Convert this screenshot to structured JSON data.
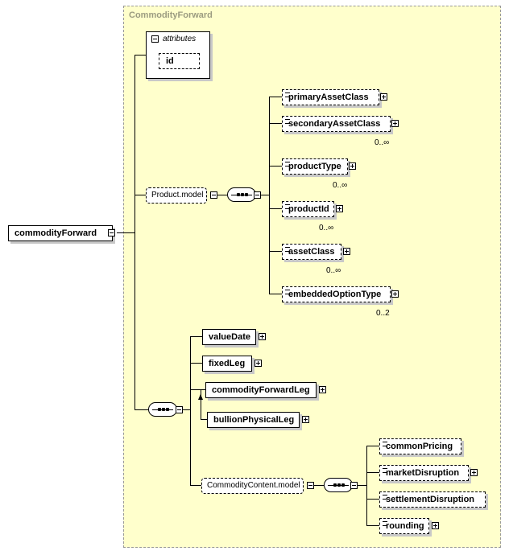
{
  "diagram": {
    "type_name": "CommodityForward",
    "root_element": "commodityForward",
    "attributes_label": "attributes",
    "attribute_id": "id",
    "product_model": {
      "label": "Product.model",
      "children": [
        {
          "name": "primaryAssetClass",
          "cardinality": ""
        },
        {
          "name": "secondaryAssetClass",
          "cardinality": "0..∞"
        },
        {
          "name": "productType",
          "cardinality": "0..∞"
        },
        {
          "name": "productId",
          "cardinality": "0..∞"
        },
        {
          "name": "assetClass",
          "cardinality": "0..∞"
        },
        {
          "name": "embeddedOptionType",
          "cardinality": "0..2"
        }
      ]
    },
    "sequence_children": [
      {
        "name": "valueDate"
      },
      {
        "name": "fixedLeg"
      },
      {
        "name": "commodityForwardLeg"
      },
      {
        "name": "bullionPhysicalLeg"
      }
    ],
    "commodity_content_model": {
      "label": "CommodityContent.model",
      "children": [
        {
          "name": "commonPricing"
        },
        {
          "name": "marketDisruption"
        },
        {
          "name": "settlementDisruption"
        },
        {
          "name": "rounding"
        }
      ]
    }
  }
}
